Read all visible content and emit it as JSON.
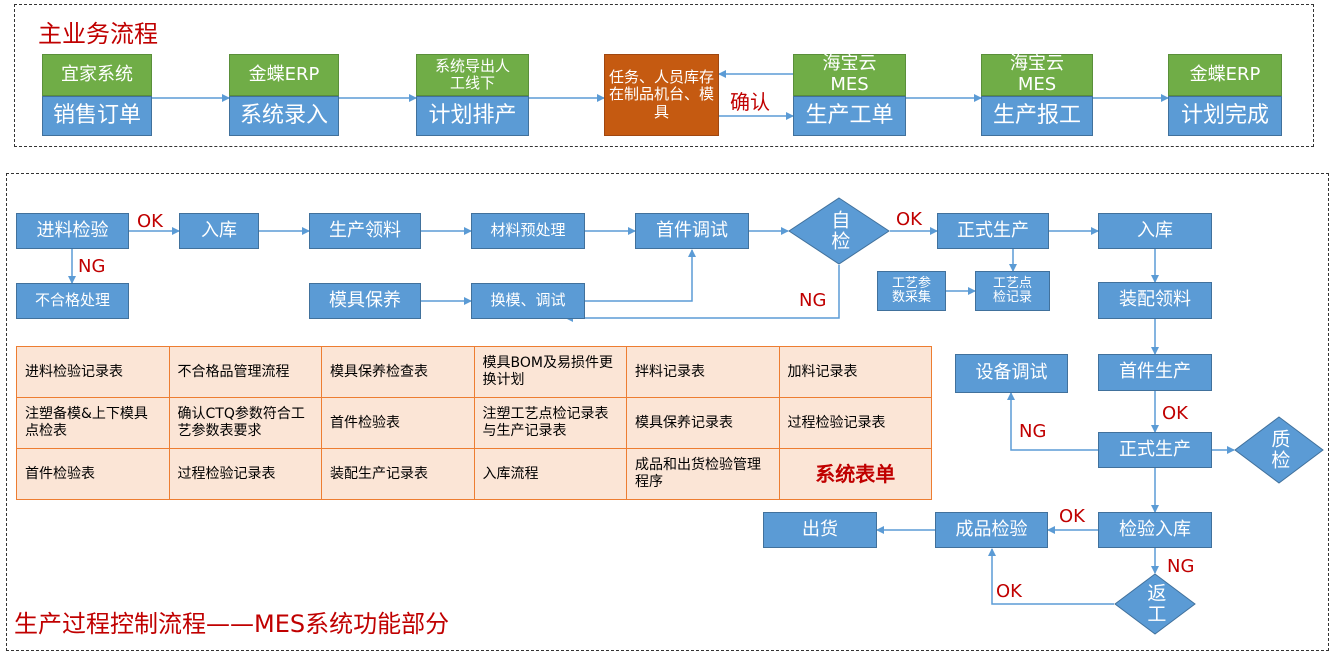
{
  "main_flow": {
    "title": "主业务流程",
    "steps": [
      {
        "system": "宜家系统",
        "task": "销售订单"
      },
      {
        "system": "金蝶ERP",
        "task": "系统录入"
      },
      {
        "system": "系统导出人工线下",
        "task": "计划排产"
      },
      {
        "system": "海宝云MES",
        "task": "生产工单"
      },
      {
        "system": "海宝云MES",
        "task": "生产报工"
      },
      {
        "system": "金蝶ERP",
        "task": "计划完成"
      }
    ],
    "resource_box": "任务、人员库存在制品机台、模具",
    "confirm_label": "确认"
  },
  "process_flow": {
    "title": "生产过程控制流程——MES系统功能部分",
    "nodes": {
      "incoming_inspection": "进料检验",
      "nonconforming": "不合格处理",
      "warehouse_in_1": "入库",
      "material_pick": "生产领料",
      "material_pretreat": "材料预处理",
      "first_piece_debug": "首件调试",
      "self_check": "自检",
      "formal_production_1": "正式生产",
      "warehouse_in_2": "入库",
      "mold_maintenance": "模具保养",
      "mold_change": "换模、调试",
      "param_collect": "工艺参数采集",
      "process_record": "工艺点检记录",
      "assembly_pick": "装配领料",
      "equipment_debug": "设备调试",
      "first_piece_production": "首件生产",
      "formal_production_2": "正式生产",
      "quality_check": "质检",
      "inspection_in": "检验入库",
      "final_inspection": "成品检验",
      "shipping": "出货",
      "rework": "返工"
    },
    "labels": {
      "ok": "OK",
      "ng": "NG"
    }
  },
  "forms_table": {
    "rows": [
      [
        "进料检验记录表",
        "不合格品管理流程",
        "模具保养检查表",
        "模具BOM及易损件更换计划",
        "拌料记录表",
        "加料记录表"
      ],
      [
        "注塑备模&上下模具点检表",
        "确认CTQ参数符合工艺参数表要求",
        "首件检验表",
        "注塑工艺点检记录表与生产记录表",
        "模具保养记录表",
        "过程检验记录表"
      ],
      [
        "首件检验表",
        "过程检验记录表",
        "装配生产记录表",
        "入库流程",
        "成品和出货检验管理程序",
        "系统表单"
      ]
    ]
  },
  "colors": {
    "blue": "#5b9bd5",
    "green": "#70ad47",
    "orange": "#c55a11",
    "accent_red": "#c00000",
    "table_bg": "#fbe5d6",
    "table_border": "#ed7d31"
  }
}
